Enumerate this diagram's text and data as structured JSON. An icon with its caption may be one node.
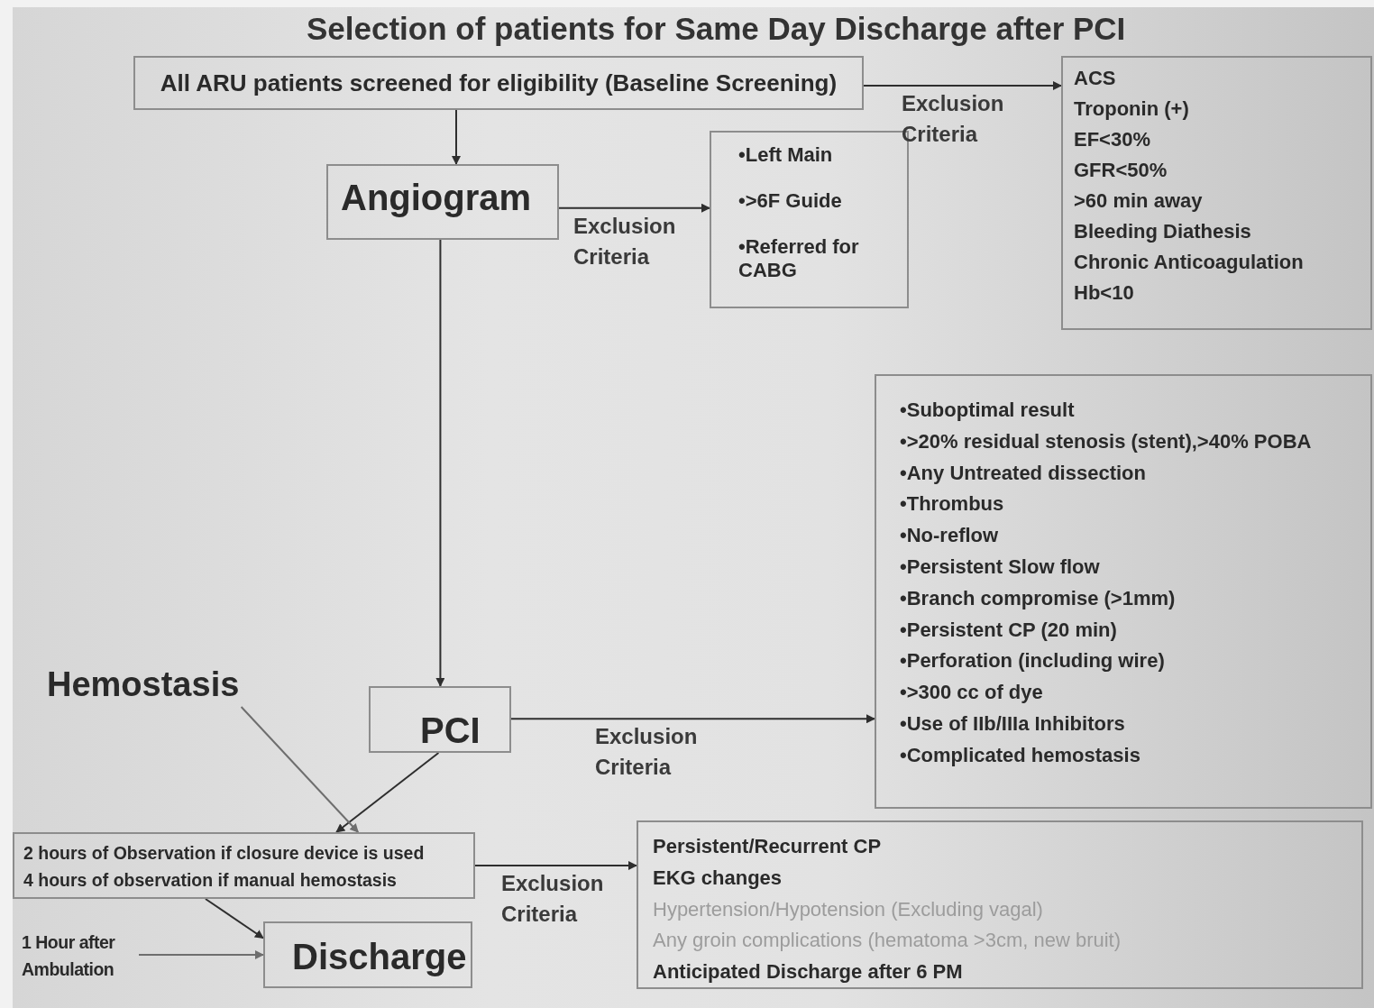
{
  "diagram": {
    "title": "Selection of patients for Same Day Discharge after PCI",
    "nodes": [
      {
        "text": [
          "All ARU patients screened for eligibility (Baseline Screening)"
        ]
      },
      {
        "text": [
          "Angiogram"
        ]
      },
      {
        "text": [
          "•Left Main",
          "•>6F Guide",
          "•Referred for CABG"
        ]
      },
      {
        "text": [
          "ACS",
          "Troponin (+)",
          "EF<30%",
          "GFR<50%",
          ">60 min away",
          "Bleeding Diathesis",
          "Chronic Anticoagulation",
          "Hb<10"
        ]
      },
      {
        "text": [
          "PCI"
        ]
      },
      {
        "text": [
          "•Suboptimal result",
          "•>20% residual stenosis (stent),>40% POBA",
          "•Any Untreated dissection",
          "•Thrombus",
          "•No-reflow",
          "•Persistent Slow flow",
          "•Branch compromise (>1mm)",
          "•Persistent CP (20 min)",
          "•Perforation (including wire)",
          "•>300 cc of dye",
          "•Use of IIb/IIIa Inhibitors",
          "•Complicated hemostasis"
        ]
      },
      {
        "text": [
          "Hemostasis"
        ]
      },
      {
        "text": [
          "2 hours of Observation if closure device is used",
          "4 hours of observation if manual hemostasis"
        ]
      },
      {
        "text": [
          "Discharge"
        ]
      },
      {
        "text": [
          "Persistent/Recurrent CP",
          "EKG changes",
          "Hypertension/Hypotension (Excluding vagal)",
          "Any groin complications (hematoma >3cm, new bruit)",
          "Anticipated Discharge after 6 PM"
        ]
      },
      {
        "text": [
          "1 Hour after Ambulation"
        ]
      }
    ],
    "edges": [
      {
        "from": 0,
        "to": 3,
        "arrow": "to",
        "label": "Exclusion Criteria"
      },
      {
        "from": 0,
        "to": 1,
        "arrow": "to"
      },
      {
        "from": 1,
        "to": 2,
        "arrow": "to",
        "label": "Exclusion Criteria"
      },
      {
        "from": 1,
        "to": 4,
        "arrow": "to"
      },
      {
        "from": 4,
        "to": 5,
        "arrow": "to",
        "label": "Exclusion Criteria"
      },
      {
        "from": 4,
        "to": 7,
        "arrow": "to"
      },
      {
        "from": 6,
        "to": 7,
        "arrow": "to",
        "color": "#6e6e6e"
      },
      {
        "from": 7,
        "to": 9,
        "arrow": "to",
        "label": "Exclusion Criteria"
      },
      {
        "from": 7,
        "to": 8,
        "arrow": "to"
      },
      {
        "from": 10,
        "to": 8,
        "arrow": "to",
        "color": "#6e6e6e"
      }
    ]
  }
}
